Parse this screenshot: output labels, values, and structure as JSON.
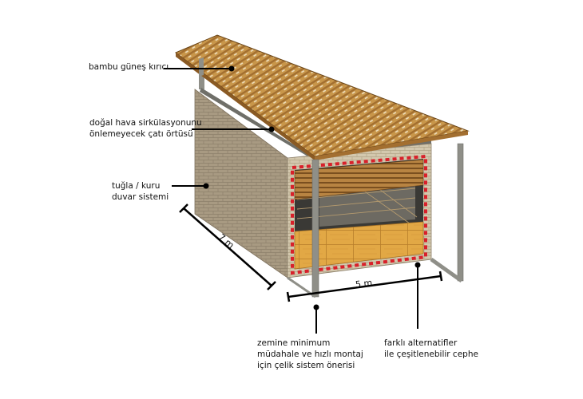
{
  "annotations": {
    "sunshade": {
      "lines": [
        "bambu güneş kırıcı"
      ]
    },
    "roof_cover": {
      "lines": [
        "doğal hava sirkülasyonunu",
        "önlemeyecek çatı örtüsü"
      ]
    },
    "wall": {
      "lines": [
        "tuğla / kuru",
        "duvar sistemi"
      ]
    },
    "steel": {
      "lines": [
        "zemine minimum",
        "müdahale ve hızlı montaj",
        "için çelik sistem önerisi"
      ]
    },
    "facade": {
      "lines": [
        "farklı alternatifler",
        "ile çeşitlenebilir cephe"
      ]
    }
  },
  "dimensions": {
    "length": "7 m",
    "width": "5 m"
  },
  "colors": {
    "bamboo": "#c8964a",
    "bamboo_dark": "#8a5a24",
    "brick": "#a89a82",
    "brick_dark": "#8c7f6a",
    "steel": "#8f8f88",
    "timber_panel": "#e2a845",
    "frame_highlight": "#d8202a"
  }
}
